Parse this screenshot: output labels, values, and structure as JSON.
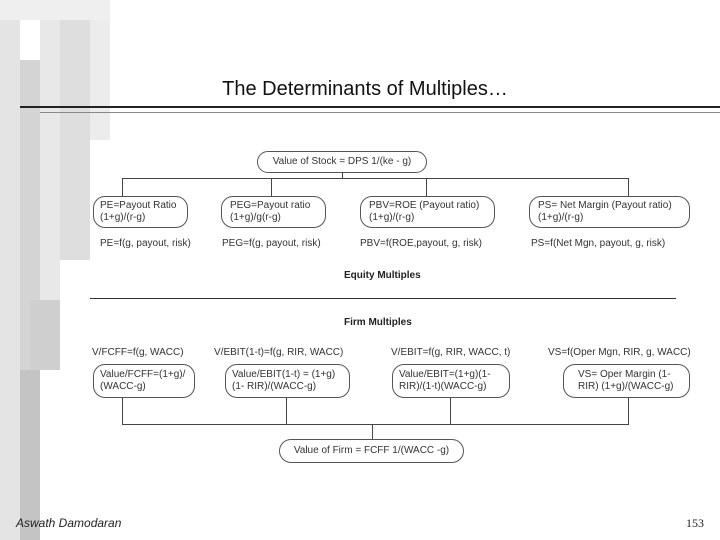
{
  "slide": {
    "title": "The Determinants of Multiples…",
    "author": "Aswath Damodaran",
    "page_number": "153"
  },
  "equity": {
    "top_formula": "Value of Stock = DPS 1/(ke - g)",
    "boxes": [
      {
        "text": "PE=Payout Ratio (1+g)/(r-g)",
        "summary": "PE=f(g, payout, risk)"
      },
      {
        "text": "PEG=Payout ratio (1+g)/g(r-g)",
        "summary": "PEG=f(g, payout, risk)"
      },
      {
        "text": "PBV=ROE (Payout ratio) (1+g)/(r-g)",
        "summary": "PBV=f(ROE,payout, g, risk)"
      },
      {
        "text": "PS= Net Margin (Payout ratio) (1+g)/(r-g)",
        "summary": "PS=f(Net Mgn, payout, g, risk)"
      }
    ],
    "label": "Equity Multiples"
  },
  "firm": {
    "label": "Firm Multiples",
    "boxes": [
      {
        "summary": "V/FCFF=f(g, WACC)",
        "text": "Value/FCFF=(1+g)/ (WACC-g)"
      },
      {
        "summary": "V/EBIT(1-t)=f(g, RIR, WACC)",
        "text": "Value/EBIT(1-t) = (1+g) (1- RIR)/(WACC-g)"
      },
      {
        "summary": "V/EBIT=f(g, RIR, WACC, t)",
        "text": "Value/EBIT=(1+g)(1- RIR)/(1-t)(WACC-g)"
      },
      {
        "summary": "VS=f(Oper Mgn, RIR, g, WACC)",
        "text": "VS= Oper Margin (1- RIR) (1+g)/(WACC-g)"
      }
    ],
    "bottom_formula": "Value of Firm = FCFF 1/(WACC -g)"
  },
  "colors": {
    "deco_dark": "#c8c8c8",
    "deco_light": "#e6e6e6",
    "rule": "#333333"
  }
}
